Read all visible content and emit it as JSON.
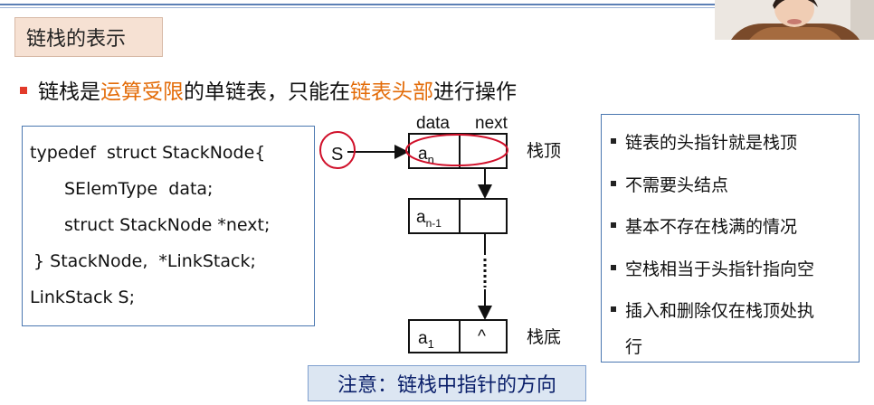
{
  "slide": {
    "title": "链栈的表示",
    "bullet": {
      "parts": [
        "链栈是",
        "运算受限",
        "的单链表，只能在",
        "链表头部",
        "进行操作"
      ]
    },
    "code_lines": [
      "typedef  struct StackNode{",
      "SElemType  data;",
      "struct StackNode *next;",
      "} StackNode,  *LinkStack;",
      "LinkStack S;"
    ],
    "diagram": {
      "header_data": "data",
      "header_next": "next",
      "pointer": "S",
      "node1": "a",
      "node1_sub": "n",
      "node2": "a",
      "node2_sub": "n-1",
      "node3": "a",
      "node3_sub": "1",
      "null_mark": "^",
      "top_label": "栈顶",
      "bottom_label": "栈底"
    },
    "info_items": [
      "链表的头指针就是栈顶",
      "不需要头结点",
      "基本不存在栈满的情况",
      "空栈相当于头指针指向空",
      "插入和删除仅在栈顶处执",
      "行"
    ],
    "note": "注意：链栈中指针的方向"
  },
  "colors": {
    "accent_orange": "#e36c09",
    "annotation_red": "#d0102a",
    "box_border": "#4a77b0",
    "note_bg": "#dce6f2",
    "title_bg": "#f6e1d3"
  }
}
